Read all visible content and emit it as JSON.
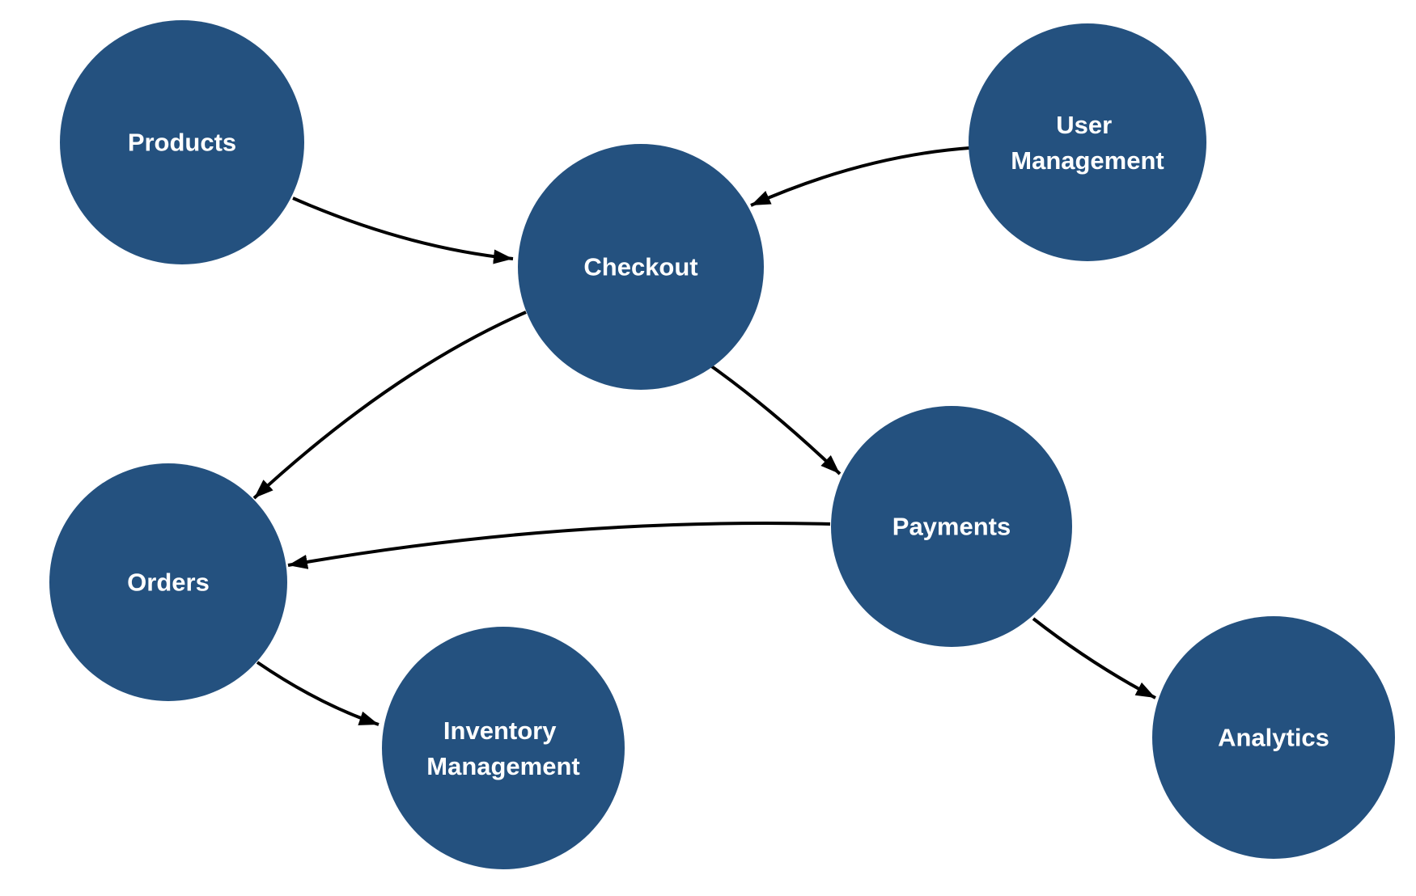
{
  "diagram": {
    "type": "directed-graph",
    "colors": {
      "background": "#ffffff",
      "node_fill": "#24517f",
      "node_text": "#ffffff",
      "edge": "#000000"
    },
    "nodes": [
      {
        "id": "products",
        "label": "Products",
        "lines": [
          "Products"
        ]
      },
      {
        "id": "user-management",
        "label": "User Management",
        "lines": [
          "User",
          "Management"
        ]
      },
      {
        "id": "checkout",
        "label": "Checkout",
        "lines": [
          "Checkout"
        ]
      },
      {
        "id": "payments",
        "label": "Payments",
        "lines": [
          "Payments"
        ]
      },
      {
        "id": "orders",
        "label": "Orders",
        "lines": [
          "Orders"
        ]
      },
      {
        "id": "inventory-management",
        "label": "Inventory Management",
        "lines": [
          "Inventory",
          "Management"
        ]
      },
      {
        "id": "analytics",
        "label": "Analytics",
        "lines": [
          "Analytics"
        ]
      }
    ],
    "edges": [
      {
        "from": "Products",
        "to": "Checkout"
      },
      {
        "from": "User Management",
        "to": "Checkout"
      },
      {
        "from": "Checkout",
        "to": "Payments"
      },
      {
        "from": "Checkout",
        "to": "Orders"
      },
      {
        "from": "Payments",
        "to": "Orders"
      },
      {
        "from": "Payments",
        "to": "Analytics"
      },
      {
        "from": "Orders",
        "to": "Inventory Management"
      }
    ]
  }
}
